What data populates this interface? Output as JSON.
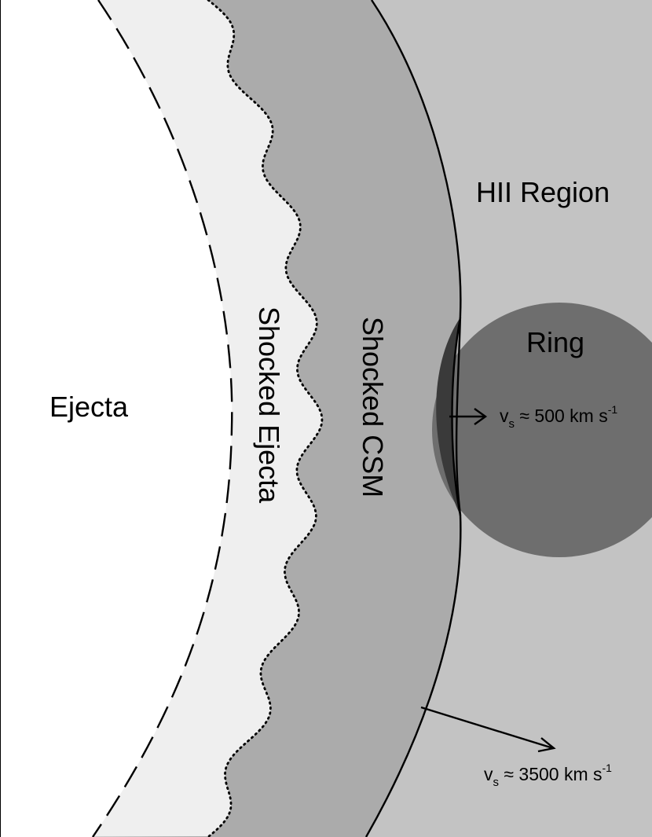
{
  "regions": {
    "ejecta": "Ejecta",
    "shocked_ejecta": "Shocked Ejecta",
    "shocked_csm": "Shocked CSM",
    "hii_region": "HII Region",
    "ring": "Ring"
  },
  "velocities": {
    "ring_shock": {
      "symbol": "v",
      "subscript": "s",
      "relation": " ≈ 500 km s",
      "exponent": "-1"
    },
    "blast_wave": {
      "symbol": "v",
      "subscript": "s",
      "relation": " ≈ 3500 km s",
      "exponent": "-1"
    }
  },
  "colors": {
    "ejecta": "#ffffff",
    "shocked_ejecta": "#efefef",
    "shocked_csm": "#ababab",
    "hii_region": "#c3c3c3",
    "ring": "#6e6e6e",
    "ring_shocked": "#3a3a3a",
    "line": "#000000"
  }
}
